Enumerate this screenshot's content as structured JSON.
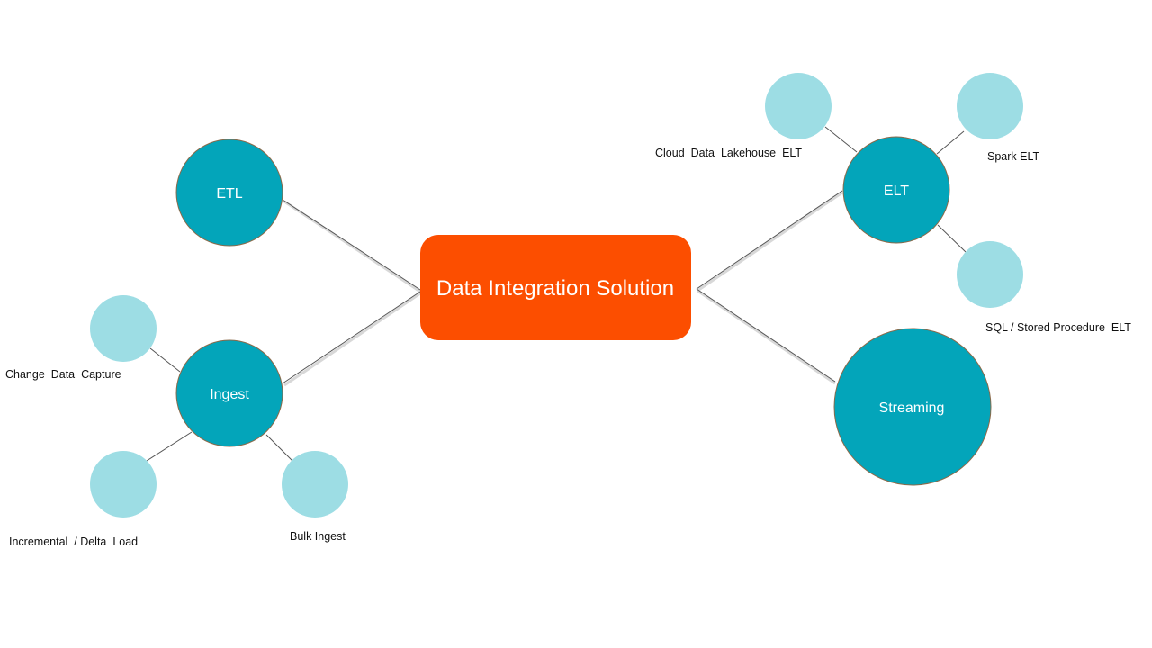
{
  "diagram": {
    "title": "Data Integration Solution",
    "colors": {
      "main": "#fc4e00",
      "category": "#03a5ba",
      "leaf": "#9ddde4",
      "connector": "#555555"
    },
    "categories": [
      {
        "id": "etl",
        "label": "ETL",
        "children": []
      },
      {
        "id": "ingest",
        "label": "Ingest",
        "children": [
          {
            "id": "cdc",
            "label": "Change  Data  Capture"
          },
          {
            "id": "incremental",
            "label": "Incremental  / Delta  Load"
          },
          {
            "id": "bulk",
            "label": "Bulk Ingest"
          }
        ]
      },
      {
        "id": "elt",
        "label": "ELT",
        "children": [
          {
            "id": "cloud",
            "label": "Cloud  Data  Lakehouse  ELT"
          },
          {
            "id": "spark",
            "label": "Spark ELT"
          },
          {
            "id": "sql",
            "label": "SQL / Stored Procedure  ELT"
          }
        ]
      },
      {
        "id": "streaming",
        "label": "Streaming",
        "children": []
      }
    ]
  }
}
